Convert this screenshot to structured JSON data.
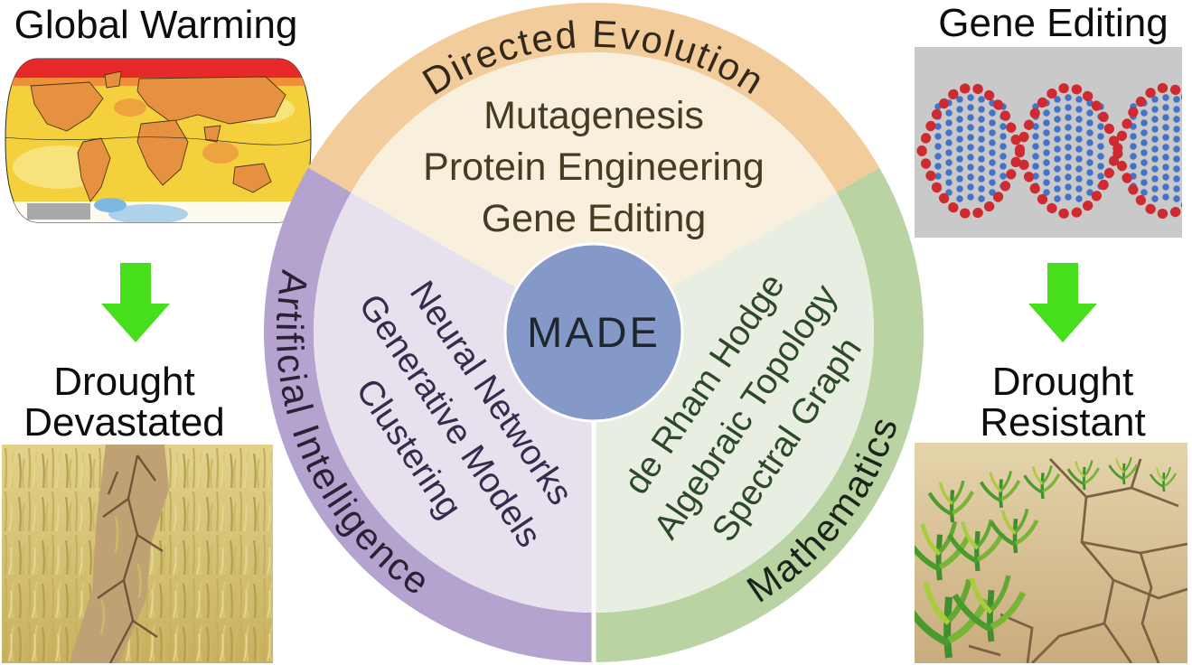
{
  "left_panel": {
    "title": "Global Warming",
    "result_line1": "Drought",
    "result_line2": "Devastated"
  },
  "right_panel": {
    "title": "Gene Editing",
    "result_line1": "Drought",
    "result_line2": "Resistant"
  },
  "diagram": {
    "center_label": "MADE",
    "sectors": [
      {
        "id": "directed-evolution",
        "ring_label": "Directed Evolution",
        "items": [
          "Mutagenesis",
          "Protein Engineering",
          "Gene Editing"
        ]
      },
      {
        "id": "artificial-intelligence",
        "ring_label": "Artificial Intelligence",
        "items": [
          "Neural Networks",
          "Generative Models",
          "Clustering"
        ]
      },
      {
        "id": "mathematics",
        "ring_label": "Mathematics",
        "items": [
          "de Rham Hodge",
          "Algebraic Topology",
          "Spectral Graph"
        ]
      }
    ]
  },
  "icons": {
    "left_arrow": "down-arrow",
    "right_arrow": "down-arrow"
  },
  "colors": {
    "de_ring": "#f2cc9b",
    "de_inner": "#f8f0dd",
    "de_ring_text": "#32291a",
    "de_item_text": "#473b20",
    "ai_ring": "#b4a3ce",
    "ai_inner": "#e7e1ee",
    "ai_ring_text": "#2b2136",
    "ai_item_text": "#372b4d",
    "math_ring": "#bad3a2",
    "math_inner": "#e9eee3",
    "math_ring_text": "#1c241a",
    "math_item_text": "#2d4a28",
    "center_fill": "#8599c9",
    "center_text": "#20262e",
    "arrow": "#46de1d",
    "title_text": "#0d0d0d"
  }
}
